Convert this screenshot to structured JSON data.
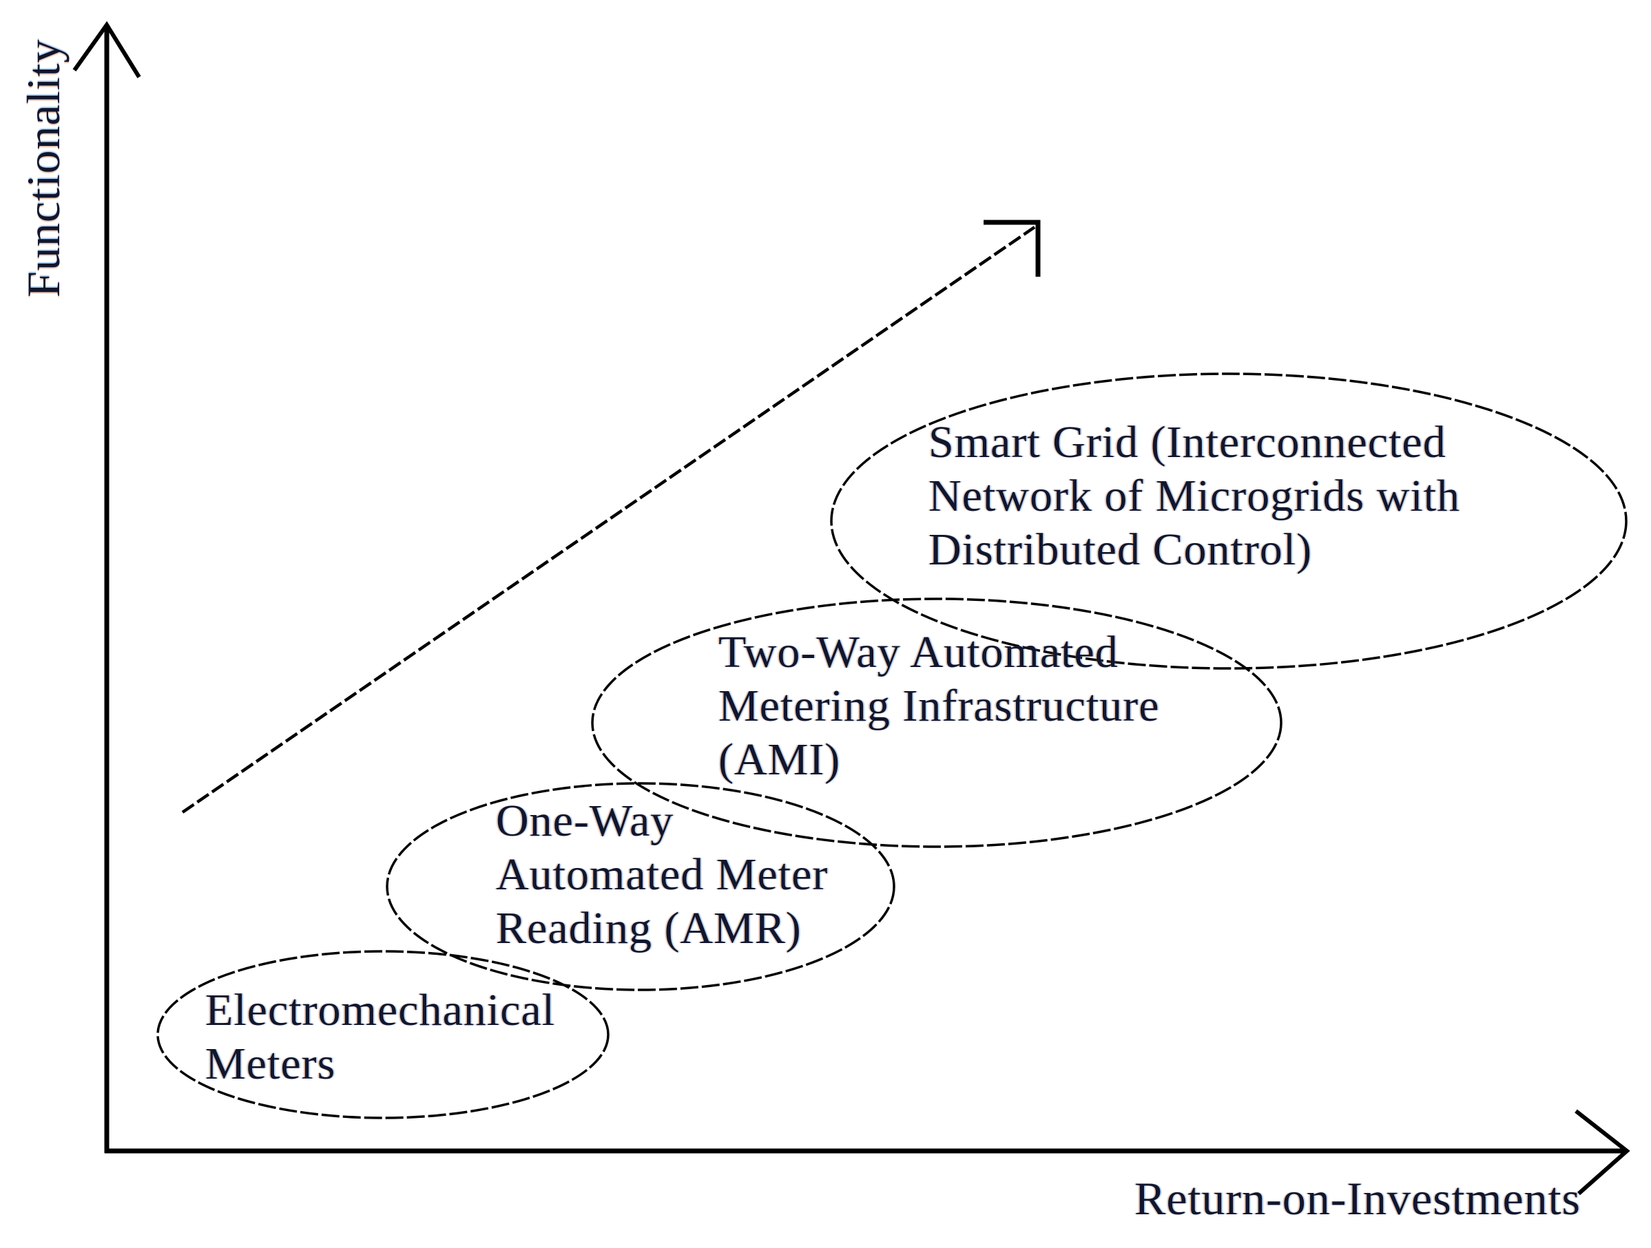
{
  "figure": {
    "background_color": "#ffffff",
    "stroke_color": "#000000",
    "text_color": "#11162e",
    "description": "Evolution of metering technology stages plotted qualitatively against functionality and return on investments"
  },
  "axes": {
    "y_label": "Functionality",
    "x_label": "Return-on-Investments"
  },
  "stages": [
    {
      "label": "Electromechanical\nMeters"
    },
    {
      "label": "One-Way\nAutomated Meter\nReading (AMR)"
    },
    {
      "label": "Two-Way Automated\nMetering Infrastructure\n(AMI)"
    },
    {
      "label": "Smart Grid (Interconnected\nNetwork of Microgrids with\nDistributed Control)"
    }
  ]
}
